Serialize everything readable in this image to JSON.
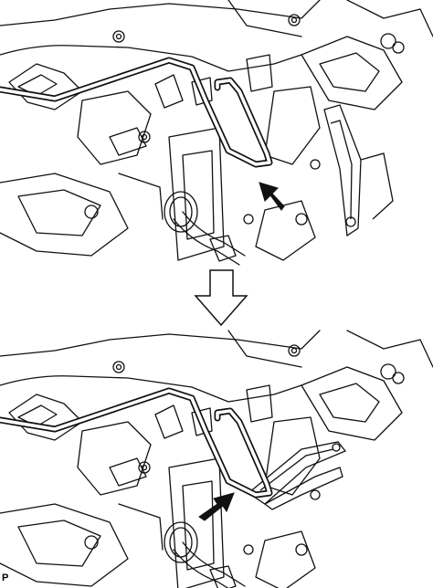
{
  "figure": {
    "id_label": "P",
    "panels": [
      {
        "name": "before-panel",
        "arrow": "push-arrow-up-left"
      },
      {
        "name": "after-panel",
        "arrow": "push-arrow-up-right"
      }
    ],
    "transition": "hollow-down-arrow",
    "line_color": "#111111",
    "background": "#ffffff"
  }
}
